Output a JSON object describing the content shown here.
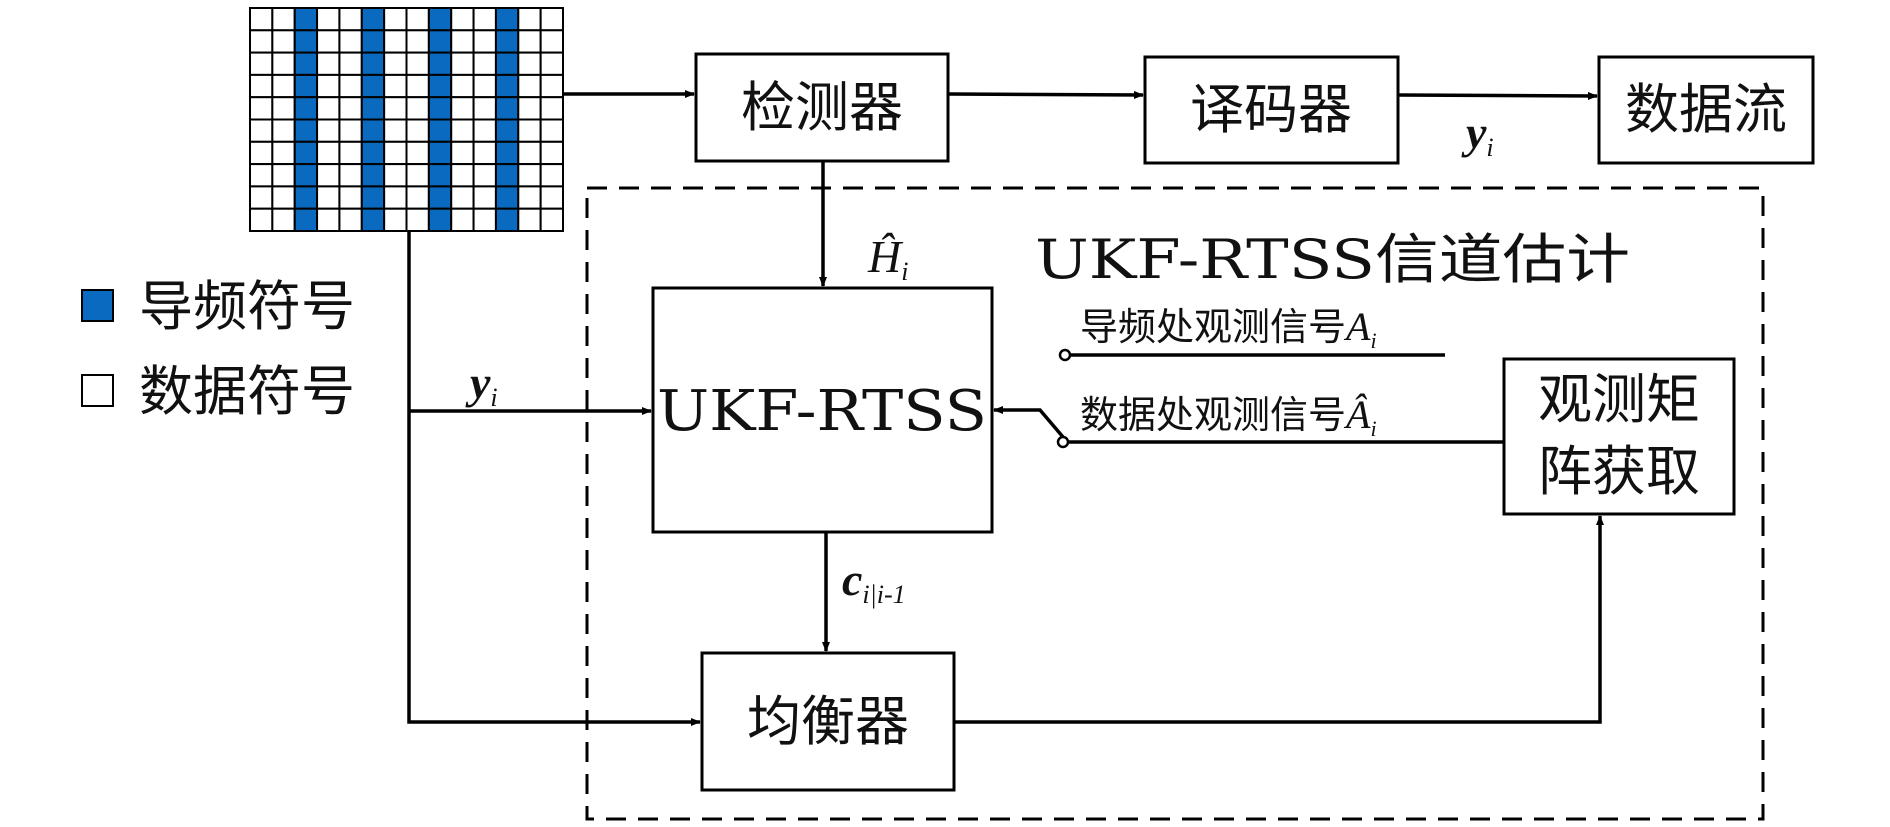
{
  "blocks": {
    "detector": "检测器",
    "decoder": "译码器",
    "data_stream": "数据流",
    "ukf_rtss": "UKF-RTSS",
    "equalizer": "均衡器",
    "obs_matrix_line1": "观测矩",
    "obs_matrix_line2": "阵获取"
  },
  "region_title": "UKF-RTSS信道估计",
  "legend": {
    "pilot": "导频符号",
    "data": "数据符号",
    "pilot_color": "#0a6abf"
  },
  "signals": {
    "y_main": "y",
    "y_sub": "i",
    "h_hat": "Ĥ",
    "h_sub": "i",
    "c": "c",
    "c_sub": "i|i-1",
    "pilot_obs": "导频处观测信号",
    "pilot_obs_sym": "A",
    "pilot_obs_sub": "i",
    "data_obs": "数据处观测信号",
    "data_obs_sym": "Â",
    "data_obs_sub": "i"
  },
  "grid": {
    "rows": 10,
    "cols": 14,
    "pilot_columns": [
      2,
      5,
      8,
      11
    ]
  }
}
